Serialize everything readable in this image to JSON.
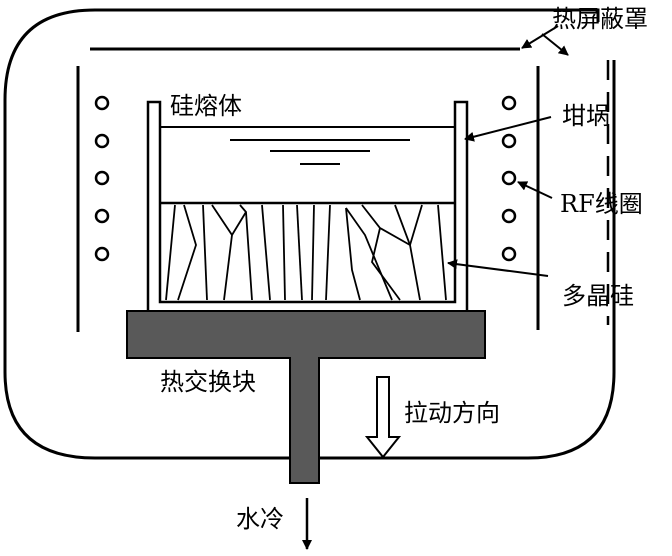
{
  "labels": {
    "heat_shield": "热屏蔽罩",
    "silicon_melt": "硅熔体",
    "crucible": "坩埚",
    "rf_coil": "RF线圈",
    "polysilicon": "多晶硅",
    "heat_exchanger": "热交换块",
    "pull_direction": "拉动方向",
    "water_cooling": "水冷"
  }
}
